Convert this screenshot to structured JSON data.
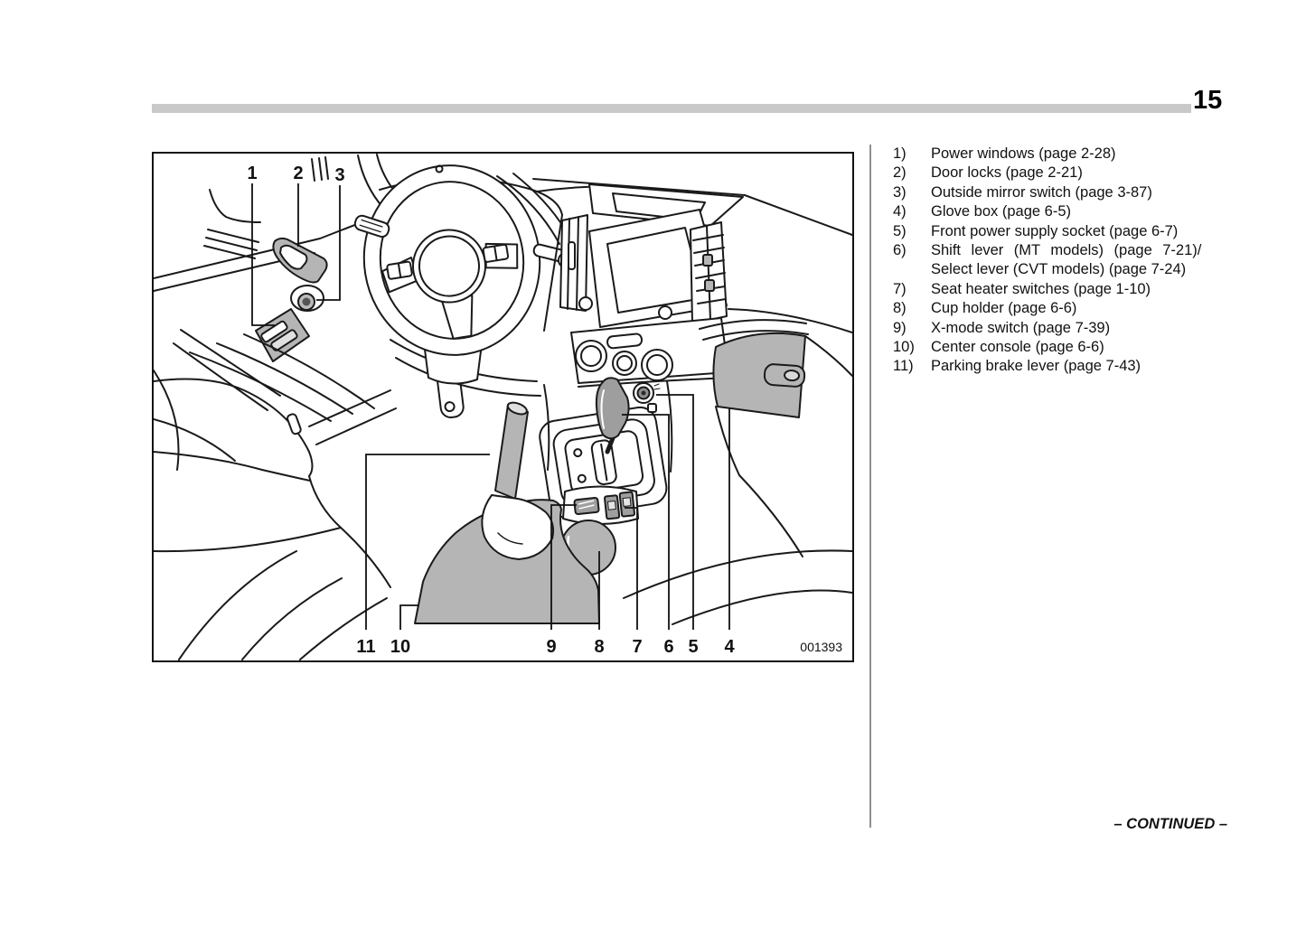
{
  "page": {
    "number": "15",
    "footer": "– CONTINUED –"
  },
  "figure": {
    "code": "001393",
    "callouts": {
      "c1": "1",
      "c2": "2",
      "c3": "3",
      "c4": "4",
      "c5": "5",
      "c6": "6",
      "c7": "7",
      "c8": "8",
      "c9": "9",
      "c10": "10",
      "c11": "11"
    }
  },
  "legend": {
    "items": [
      {
        "num": "1)",
        "text": "Power windows (page 2-28)"
      },
      {
        "num": "2)",
        "text": "Door locks (page 2-21)"
      },
      {
        "num": "3)",
        "text": "Outside mirror switch (page 3-87)"
      },
      {
        "num": "4)",
        "text": "Glove box (page 6-5)"
      },
      {
        "num": "5)",
        "text": "Front power supply socket (page 6-7)"
      },
      {
        "num": "6)",
        "text": "Shift lever (MT models) (page 7-21)/",
        "text2": "Select lever (CVT models) (page 7-24)"
      },
      {
        "num": "7)",
        "text": "Seat heater switches (page 1-10)"
      },
      {
        "num": "8)",
        "text": "Cup holder (page 6-6)"
      },
      {
        "num": "9)",
        "text": "X-mode switch (page 7-39)"
      },
      {
        "num": "10)",
        "text": "Center console (page 6-6)"
      },
      {
        "num": "11)",
        "text": "Parking brake lever (page 7-43)"
      }
    ]
  },
  "colors": {
    "line": "#1a1a1a",
    "gray_fill": "#b5b5b5",
    "header_bar": "#c9c9c9"
  }
}
